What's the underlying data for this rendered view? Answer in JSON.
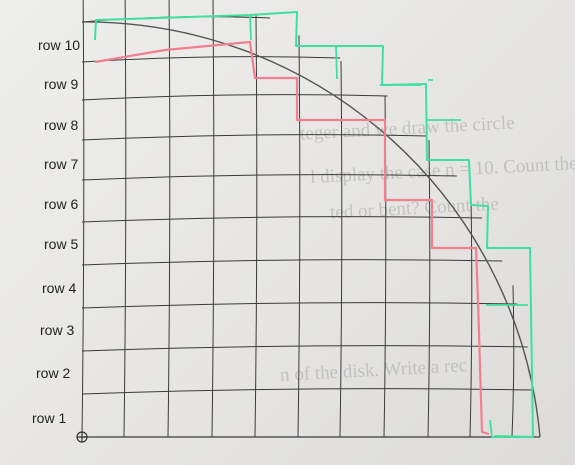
{
  "rows": [
    {
      "label": "row 10"
    },
    {
      "label": "row 9"
    },
    {
      "label": "row 8"
    },
    {
      "label": "row 7"
    },
    {
      "label": "row 6"
    },
    {
      "label": "row 5"
    },
    {
      "label": "row 4"
    },
    {
      "label": "row 3"
    },
    {
      "label": "row 2"
    },
    {
      "label": "row 1"
    }
  ],
  "bleed_through": [
    {
      "text": "teger and we draw the circle"
    },
    {
      "text": "l display the case n = 10. Count the"
    },
    {
      "text": "ted or bent? Count the"
    },
    {
      "text": "n of the disk. Write a rec"
    }
  ],
  "colors": {
    "grid": "#3a3a3a",
    "inner_path": "#f08090",
    "outer_path": "#3ee0a0"
  }
}
